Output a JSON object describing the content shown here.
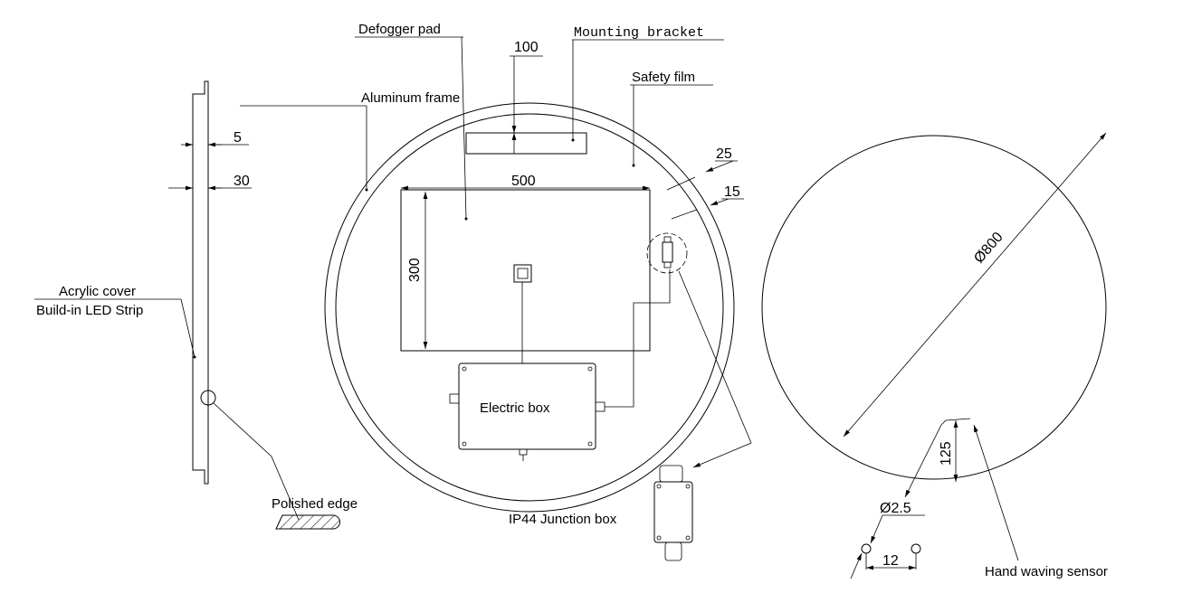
{
  "side_view": {
    "dim_5": "5",
    "dim_30": "30",
    "acrylic_cover": "Acrylic cover",
    "led_strip": "Build-in LED Strip",
    "polished_edge": "Polished edge"
  },
  "back_view": {
    "defogger_pad": "Defogger pad",
    "dim_100": "100",
    "mounting_bracket": "Mounting bracket",
    "aluminum_frame": "Aluminum frame",
    "safety_film": "Safety film",
    "dim_25": "25",
    "dim_15": "15",
    "dim_500": "500",
    "dim_300": "300",
    "electric_box": "Electric box",
    "junction_box": "IP44 Junction box"
  },
  "front_view": {
    "diameter": "Ø800",
    "dim_125": "125",
    "hole_diameter": "Ø2.5",
    "dim_12": "12",
    "sensor": "Hand waving sensor"
  }
}
